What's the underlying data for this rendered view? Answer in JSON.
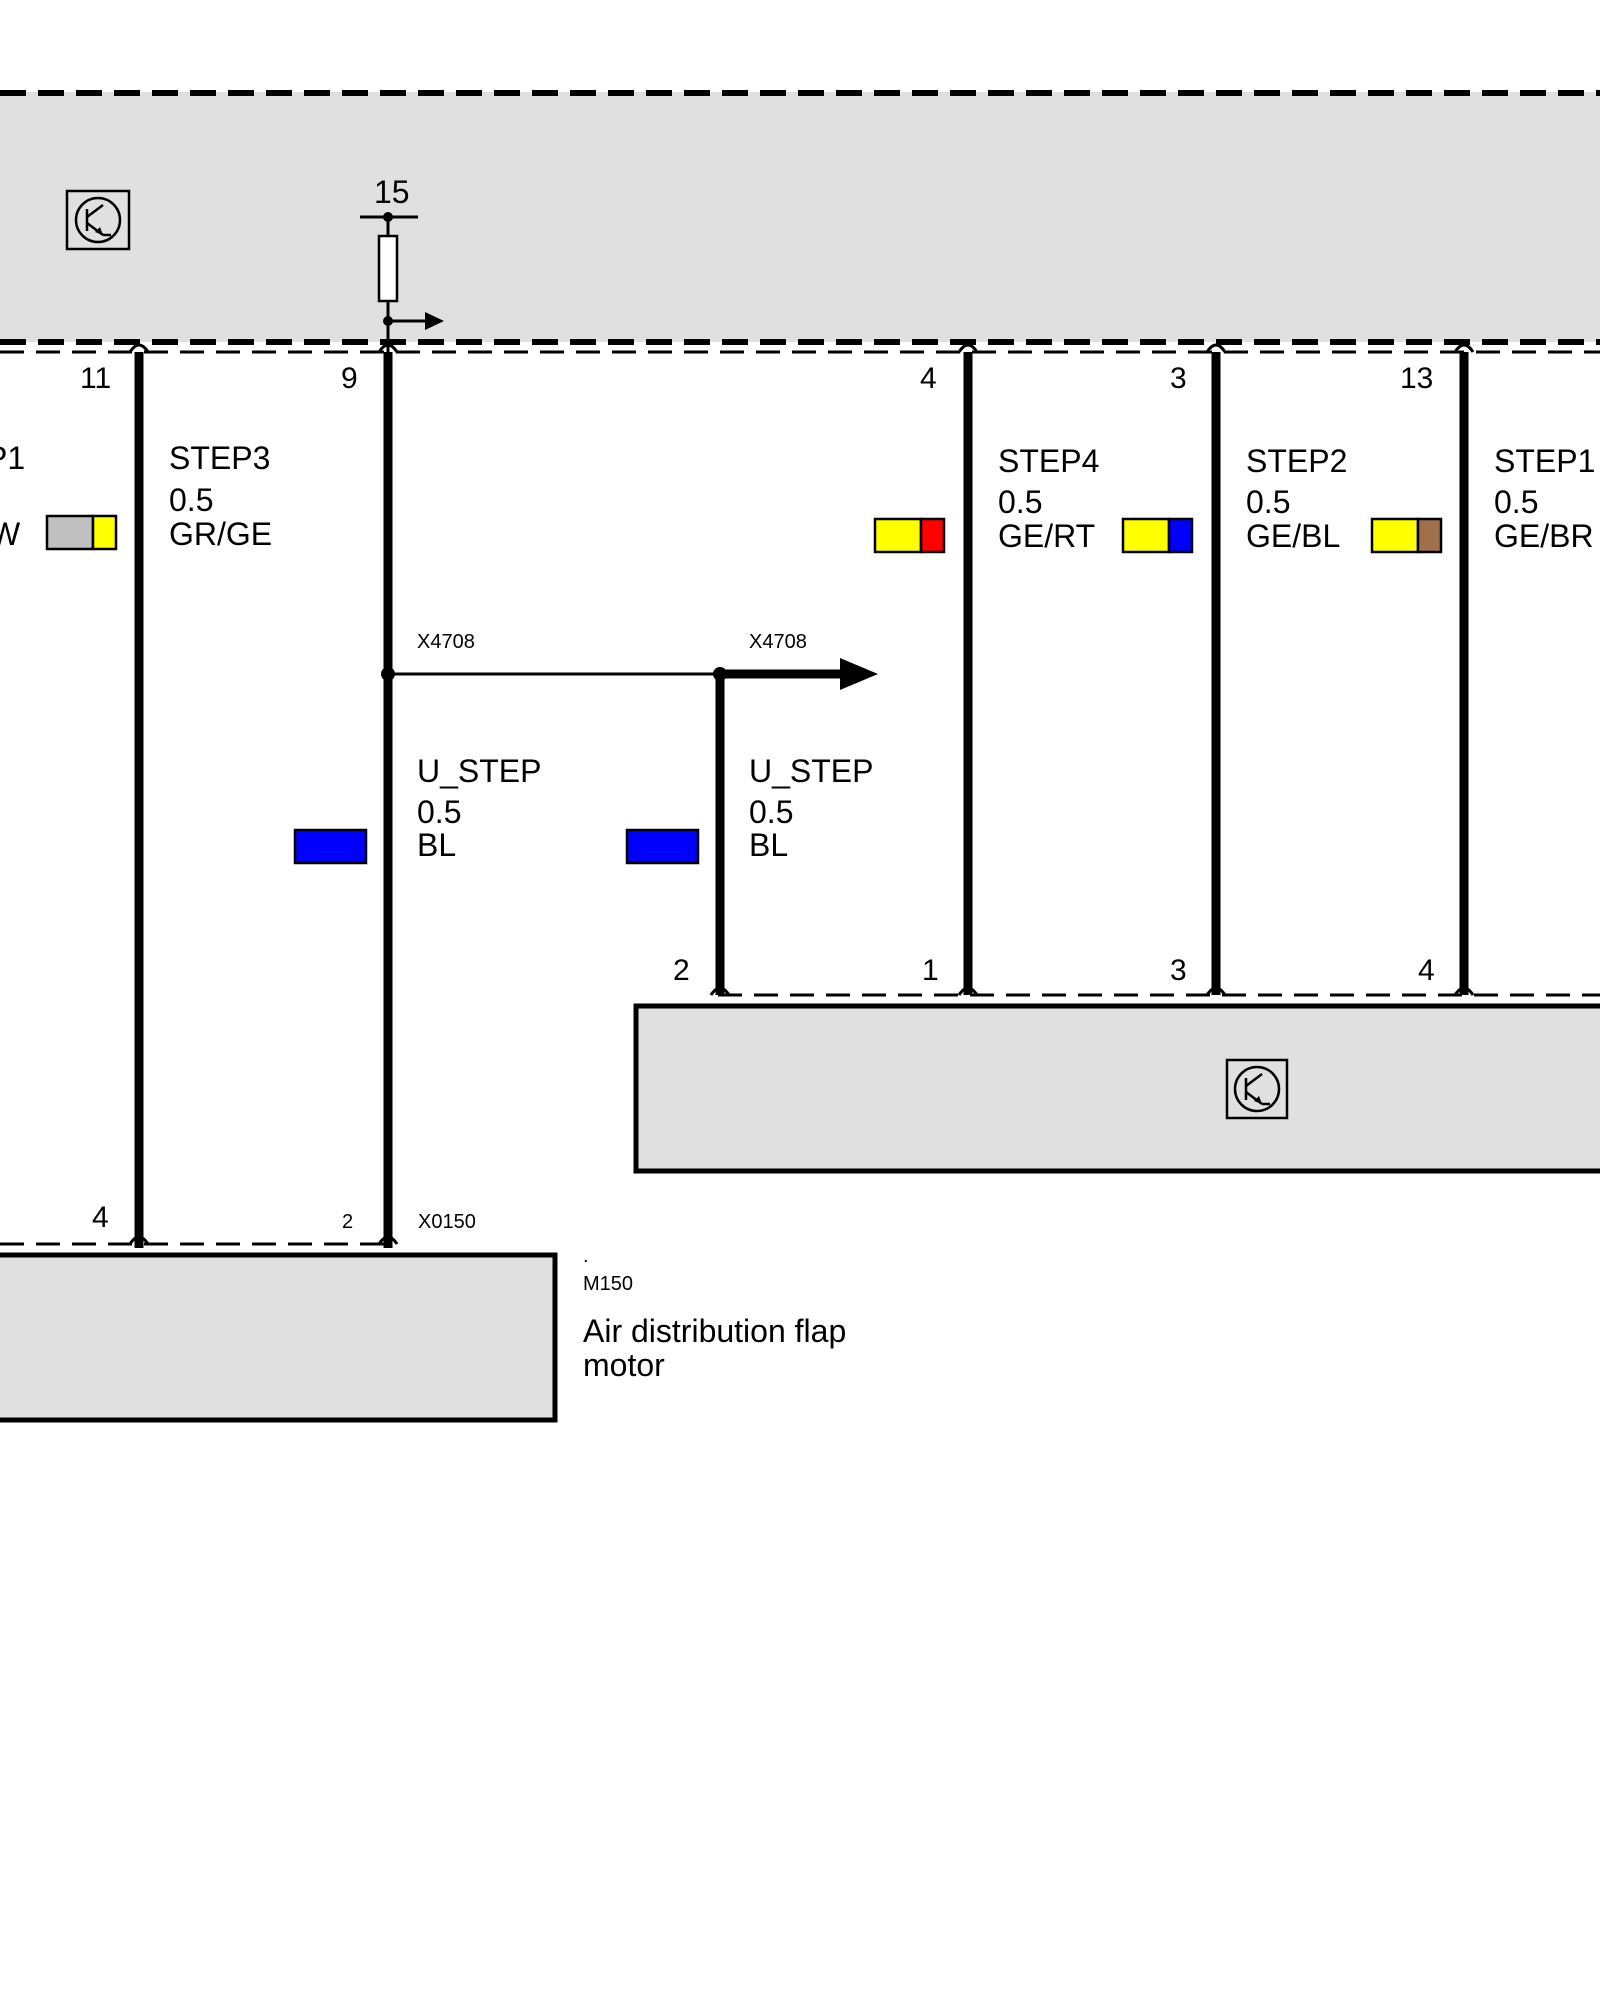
{
  "colors": {
    "GR": "#c0c0c0",
    "GE": "#ffff00",
    "RT": "#ff0000",
    "BL": "#0000ff",
    "BR": "#a0704a",
    "module_fill": "#e0e0e0"
  },
  "control_unit": {
    "icon": "transistor-icon",
    "supply_terminal": "15"
  },
  "wires": {
    "step_partial": {
      "label_fragment": "P1",
      "color_fragment": "W",
      "swatch": [
        "GR",
        "GE"
      ]
    },
    "step3": {
      "pin_top": "11",
      "pin_bottom": "4",
      "signal": "STEP3",
      "size": "0.5",
      "color_code": "GR/GE",
      "swatch": [
        "GR",
        "GE"
      ]
    },
    "u_step_left": {
      "pin_top": "9",
      "pin_bottom": "2",
      "connector": "X4708",
      "bottom_connector": "X0150",
      "signal": "U_STEP",
      "size": "0.5",
      "color_code": "BL",
      "swatch": [
        "BL"
      ]
    },
    "u_step_right": {
      "pin_bottom": "2",
      "connector": "X4708",
      "signal": "U_STEP",
      "size": "0.5",
      "color_code": "BL",
      "swatch": [
        "BL"
      ]
    },
    "step4": {
      "pin_top": "4",
      "pin_bottom": "1",
      "signal": "STEP4",
      "size": "0.5",
      "color_code": "GE/RT",
      "swatch": [
        "GE",
        "RT"
      ]
    },
    "step2": {
      "pin_top": "3",
      "pin_bottom": "3",
      "signal": "STEP2",
      "size": "0.5",
      "color_code": "GE/BL",
      "swatch": [
        "GE",
        "BL"
      ]
    },
    "step1": {
      "pin_top": "13",
      "pin_bottom": "4",
      "signal": "STEP1",
      "size": "0.5",
      "color_code": "GE/BR",
      "swatch": [
        "GE",
        "BR"
      ]
    }
  },
  "right_motor": {
    "icon": "transistor-icon"
  },
  "motor_m150": {
    "dot": ".",
    "id": "M150",
    "name_line1": "Air distribution flap",
    "name_line2": "motor"
  }
}
